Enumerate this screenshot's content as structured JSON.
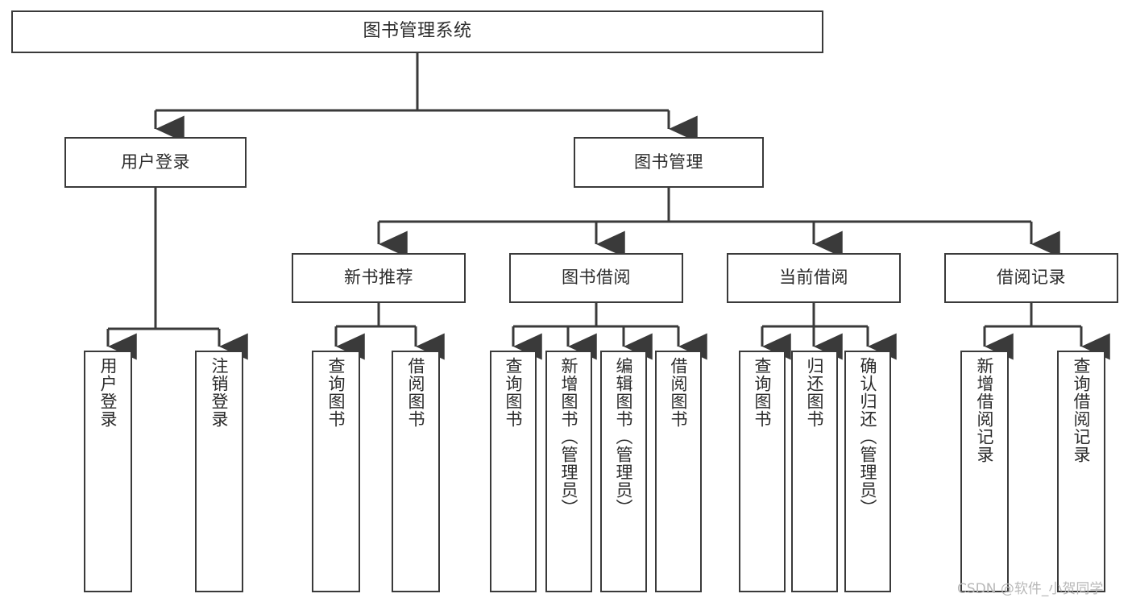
{
  "diagram": {
    "title": "图书管理系统",
    "type": "tree-hierarchy",
    "watermark": "CSDN @软件_小贺同学",
    "line_color": "#3a3a3a",
    "text_color": "#2b2b2b",
    "background": "#ffffff"
  },
  "nodes": {
    "root": {
      "label": "图书管理系统"
    },
    "level2": [
      {
        "label": "用户登录"
      },
      {
        "label": "图书管理"
      }
    ],
    "level3": [
      {
        "label": "新书推荐"
      },
      {
        "label": "图书借阅"
      },
      {
        "label": "当前借阅"
      },
      {
        "label": "借阅记录"
      }
    ],
    "leaves": {
      "user_login": [
        {
          "label": "用户登录"
        },
        {
          "label": "注销登录"
        }
      ],
      "new_book_recommend": [
        {
          "label": "查询图书"
        },
        {
          "label": "借阅图书"
        }
      ],
      "book_borrow": [
        {
          "label": "查询图书"
        },
        {
          "label": "新增图书（管理员）"
        },
        {
          "label": "编辑图书（管理员）"
        },
        {
          "label": "借阅图书"
        }
      ],
      "current_borrow": [
        {
          "label": "查询图书"
        },
        {
          "label": "归还图书"
        },
        {
          "label": "确认归还（管理员）"
        }
      ],
      "borrow_record": [
        {
          "label": "新增借阅记录"
        },
        {
          "label": "查询借阅记录"
        }
      ]
    }
  }
}
